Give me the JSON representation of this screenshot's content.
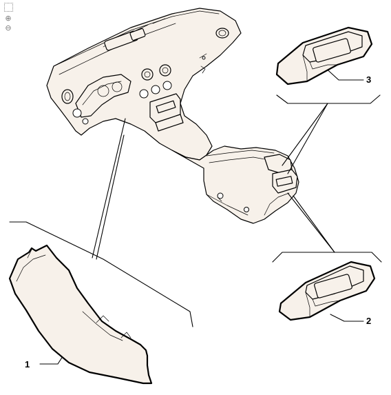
{
  "toolbar": {
    "fit_glyph": "",
    "zoom_in_glyph": "⊕",
    "zoom_out_glyph": "⊖",
    "icons": [
      "fit-page-icon",
      "zoom-in-icon",
      "zoom-out-icon"
    ]
  },
  "diagram": {
    "callouts": [
      {
        "id": "part-1",
        "label": "1"
      },
      {
        "id": "part-2",
        "label": "2"
      },
      {
        "id": "part-3",
        "label": "3"
      }
    ],
    "colors": {
      "line": "#000000",
      "part_fill": "#f7f1ea",
      "background": "#ffffff"
    }
  }
}
